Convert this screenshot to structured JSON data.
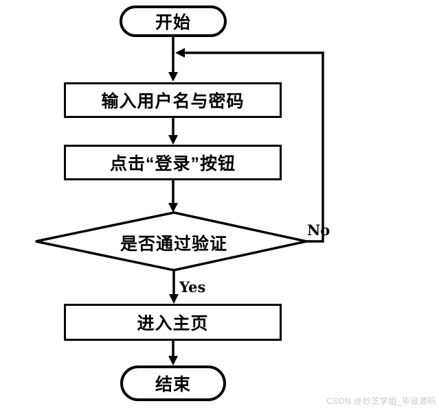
{
  "flowchart": {
    "nodes": {
      "start": {
        "type": "terminator",
        "label": "开始"
      },
      "input_credentials": {
        "type": "process",
        "label": "输入用户名与密码"
      },
      "click_login": {
        "type": "process",
        "label": "点击“登录”按钮"
      },
      "verify_decision": {
        "type": "decision",
        "label": "是否通过验证"
      },
      "enter_home": {
        "type": "process",
        "label": "进入主页"
      },
      "end": {
        "type": "terminator",
        "label": "结束"
      }
    },
    "edge_labels": {
      "yes": "Yes",
      "no": "No"
    },
    "style": {
      "stroke_color": "#000000",
      "node_fill_color": "#ffffff",
      "watermark_color": "#c9c9c9"
    }
  },
  "watermark": {
    "text": "CSDN @妙芝学姐_毕设源码"
  }
}
